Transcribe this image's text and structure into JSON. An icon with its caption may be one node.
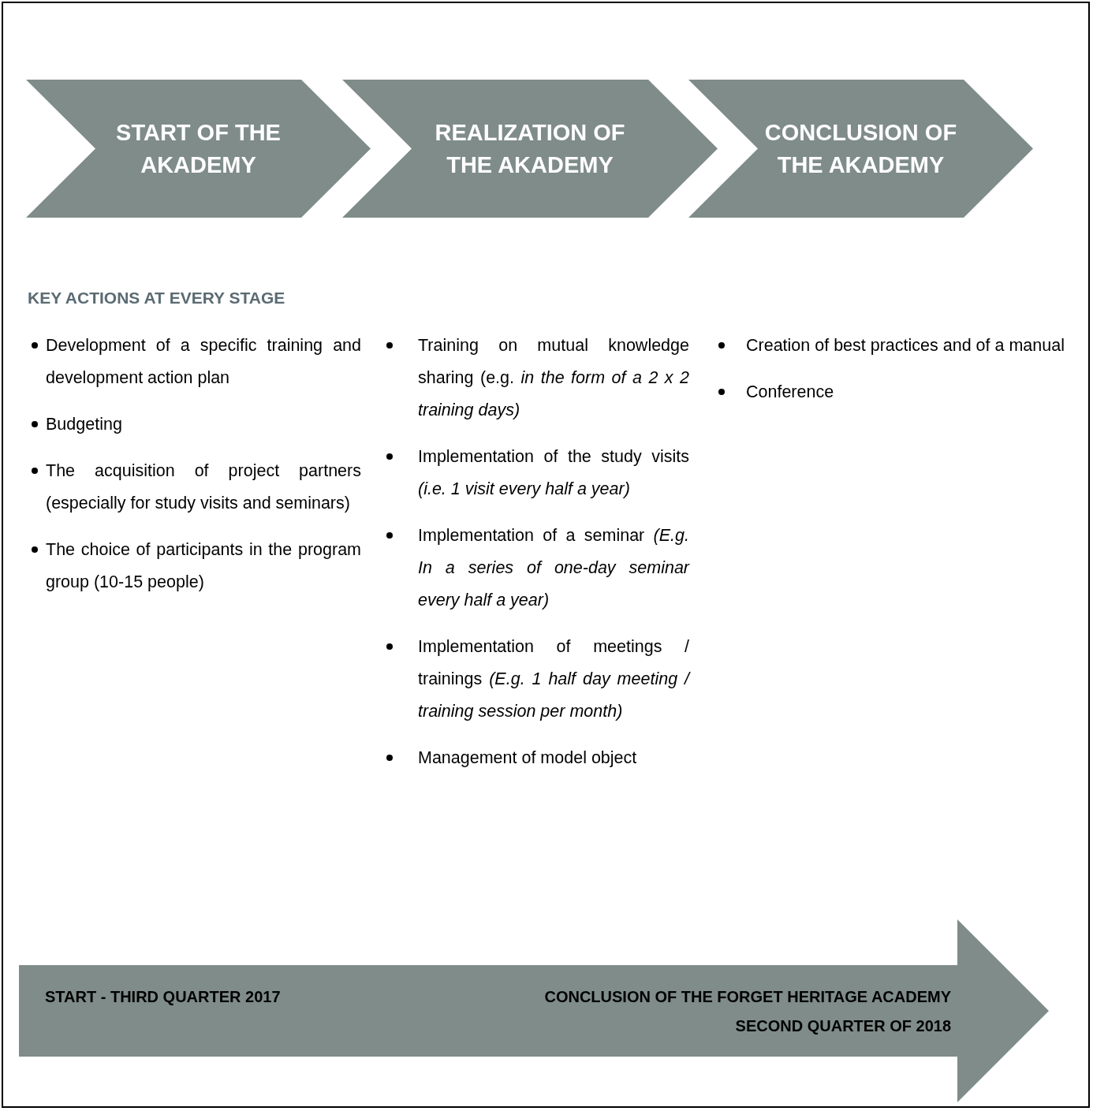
{
  "diagram": {
    "nodes": [
      {
        "text": [
          "START OF THE AKADEMY"
        ]
      },
      {
        "text": [
          "REALIZATION OF THE AKADEMY"
        ]
      },
      {
        "text": [
          "CONCLUSION OF THE AKADEMY"
        ]
      },
      {
        "text": [
          "START - THIRD QUARTER 2017",
          "CONCLUSION OF THE FORGET HERITAGE ACADEMY",
          "SECOND QUARTER OF 2018"
        ]
      }
    ],
    "edges": [],
    "labels": [
      "KEY ACTIONS AT EVERY STAGE",
      "Development of a specific training and development action plan",
      "Budgeting",
      "The acquisition of project partners (especially for study visits and seminars)",
      "The choice of participants in the program group (10-15 people)",
      "Training on mutual knowledge sharing (e.g. *in the form of a 2 x 2 training days)*",
      "Implementation of the study visits *(i.e. 1 visit every half a year)*",
      "Implementation of a seminar *(E.g. In a series of one-day seminar every half a year)*",
      "Implementation of meetings / trainings *(E.g. 1 half day meeting / training session per month)*",
      "Management of model object",
      "Creation of best practices and of a manual",
      "Conference"
    ]
  }
}
